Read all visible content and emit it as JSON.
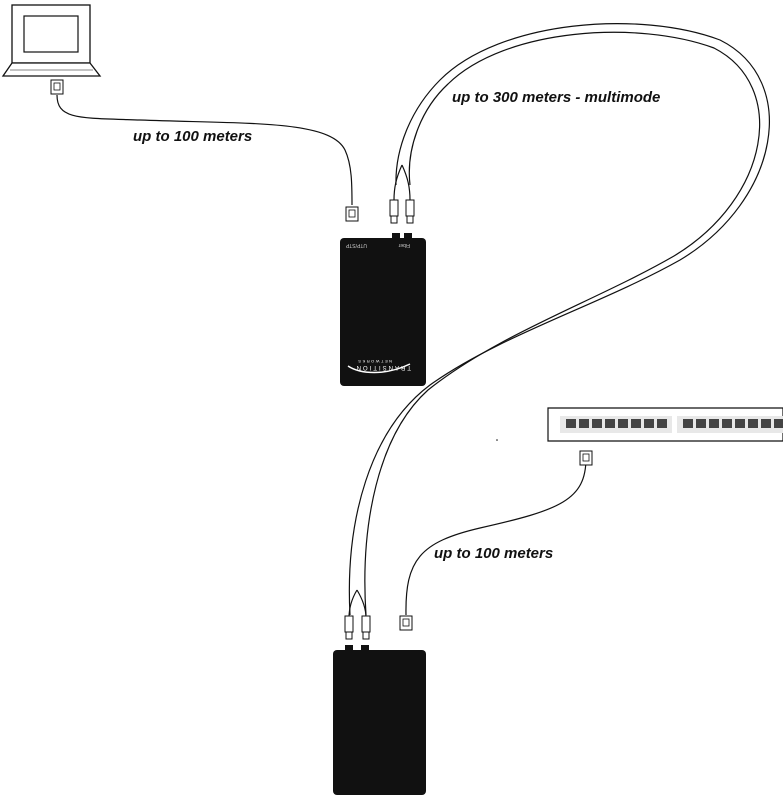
{
  "labels": {
    "utp_top": "up to 100 meters",
    "fiber": "up to 300 meters - multimode",
    "utp_bottom": "up to 100 meters"
  },
  "converter_top": {
    "port_utp": "UTP/STP",
    "port_fiber": "Fiber",
    "brand": "TRANSITION",
    "brand_sub": "NETWORKS"
  },
  "icons": {
    "computer": "laptop-computer-icon",
    "switch": "ethernet-switch-icon",
    "rj45": "rj45-connector-icon",
    "fiber": "fiber-connector-icon"
  },
  "colors": {
    "device": "#111111",
    "switch_body": "#efefef",
    "port": "#444444"
  }
}
